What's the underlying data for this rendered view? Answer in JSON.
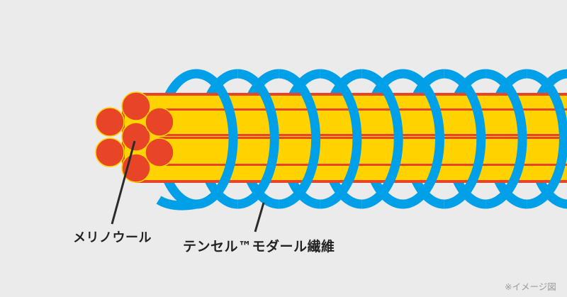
{
  "diagram": {
    "labels": {
      "merino_wool": "メリノウール",
      "tencel_modal": "テンセル™モダール繊維",
      "image_note": "※イメージ図"
    },
    "components": [
      {
        "name": "merino-wool-core",
        "description": "bundle of 7 fibers shown as orange circles with yellow strands"
      },
      {
        "name": "tencel-modal-wrap",
        "description": "blue helical coil wrapped around the core"
      }
    ],
    "colors": {
      "background": "#EBEBEB",
      "merino_fiber_yellow": "#FFD200",
      "merino_fiber_orange": "#E84428",
      "tencel_coil_blue": "#00A0E9",
      "label_text": "#222222",
      "note_text": "#9A9A9A"
    }
  }
}
